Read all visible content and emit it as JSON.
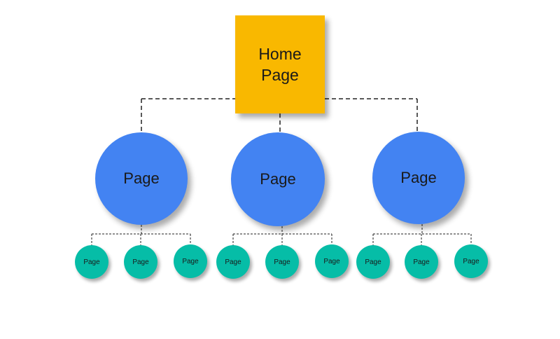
{
  "home": {
    "label_line1": "Home",
    "label_line2": "Page",
    "color": "#F9B800"
  },
  "level2": {
    "color": "#4383F2",
    "nodes": [
      {
        "label": "Page"
      },
      {
        "label": "Page"
      },
      {
        "label": "Page"
      }
    ]
  },
  "level3": {
    "color": "#06BDA7",
    "groups": [
      [
        {
          "label": "Page"
        },
        {
          "label": "Page"
        },
        {
          "label": "Page"
        }
      ],
      [
        {
          "label": "Page"
        },
        {
          "label": "Page"
        },
        {
          "label": "Page"
        }
      ],
      [
        {
          "label": "Page"
        },
        {
          "label": "Page"
        },
        {
          "label": "Page"
        }
      ]
    ]
  },
  "connector_color": "#222222"
}
